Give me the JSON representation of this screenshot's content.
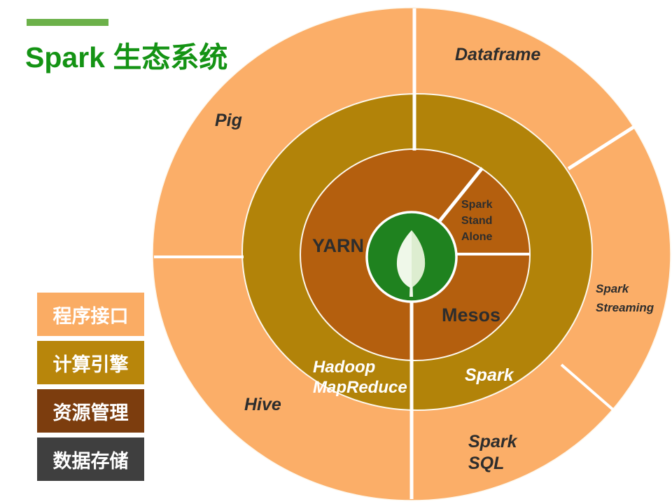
{
  "slide": {
    "title": "Spark 生态系统",
    "colors": {
      "title": "#149314",
      "accent_bar": "#6CB14A"
    }
  },
  "diagram": {
    "colors": {
      "outer_ring": "#FBAE68",
      "middle_ring": "#B28309",
      "inner_ring": "#B45F0E",
      "center_circle": "#1F821F",
      "leaf": "#EFF8E9",
      "leaf_shade": "#DDEDD0"
    },
    "outer_ring_labels": {
      "dataframe": "Dataframe",
      "pig": "Pig",
      "spark_streaming": "Spark\nStreaming",
      "spark_sql": "Spark\nSQL",
      "hive": "Hive"
    },
    "middle_ring_labels": {
      "hadoop_mapreduce": "Hadoop\nMapReduce",
      "spark": "Spark"
    },
    "inner_ring_labels": {
      "yarn": "YARN",
      "spark_stand_alone": "Spark\nStand\nAlone",
      "mesos": "Mesos"
    }
  },
  "legend": {
    "items": [
      {
        "label": "程序接口",
        "color": "#FAAC64",
        "text_color": "#FFFFFF"
      },
      {
        "label": "计算引擎",
        "color": "#B8860B",
        "text_color": "#FFFFFF"
      },
      {
        "label": "资源管理",
        "color": "#7C3D0E",
        "text_color": "#FFFFFF"
      },
      {
        "label": "数据存储",
        "color": "#3F3F3F",
        "text_color": "#FFFFFF"
      }
    ]
  }
}
